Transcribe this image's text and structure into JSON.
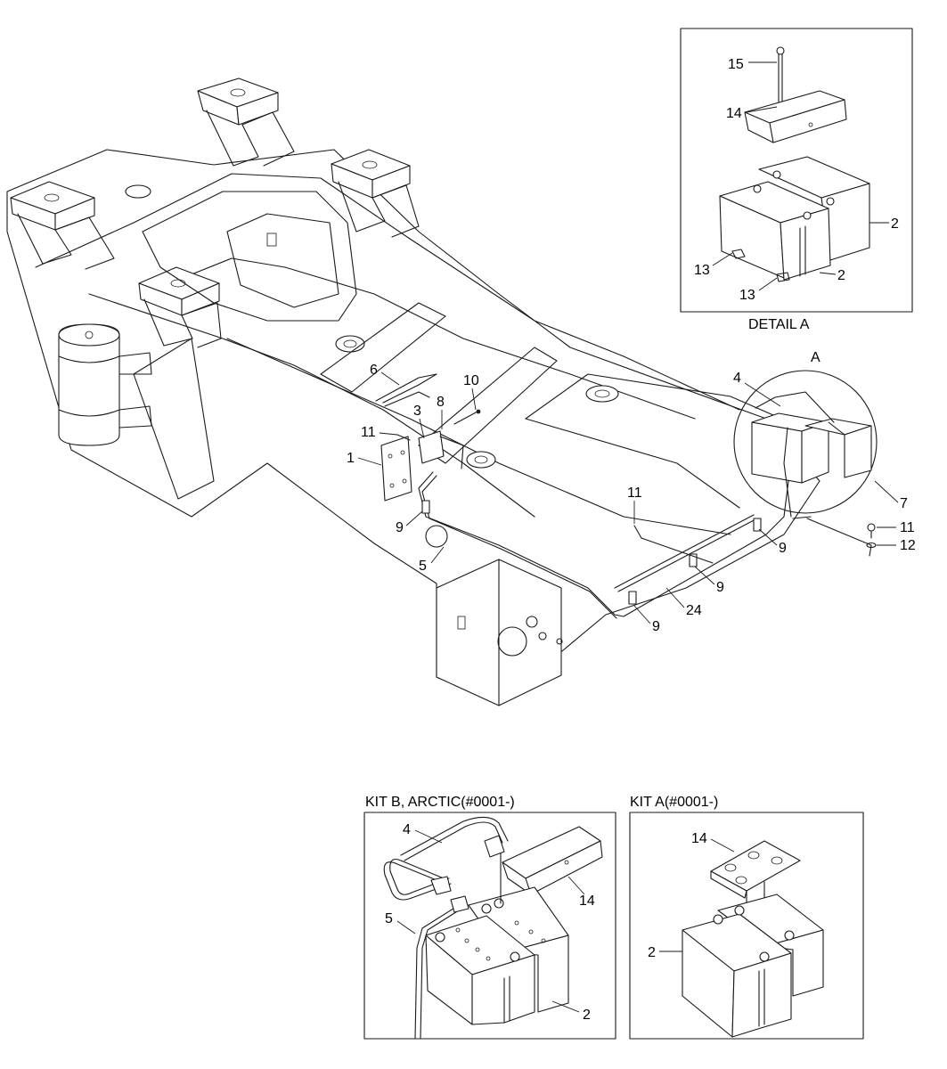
{
  "detail_a": {
    "title": "DETAIL A",
    "callouts": {
      "c15": "15",
      "c14": "14",
      "c2a": "2",
      "c2b": "2",
      "c13a": "13",
      "c13b": "13"
    }
  },
  "main_view": {
    "zoom_label": "A",
    "callouts": {
      "c1": "1",
      "c3": "3",
      "c4": "4",
      "c5": "5",
      "c6": "6",
      "c7": "7",
      "c8": "8",
      "c9a": "9",
      "c9b": "9",
      "c9c": "9",
      "c9d": "9",
      "c10": "10",
      "c11a": "11",
      "c11b": "11",
      "c11c": "11",
      "c12": "12",
      "c24": "24"
    }
  },
  "kit_b": {
    "title": "KIT B, ARCTIC(#0001-)",
    "callouts": {
      "c4": "4",
      "c5": "5",
      "c14": "14",
      "c2": "2"
    }
  },
  "kit_a": {
    "title": "KIT A(#0001-)",
    "callouts": {
      "c14": "14",
      "c2": "2"
    }
  }
}
